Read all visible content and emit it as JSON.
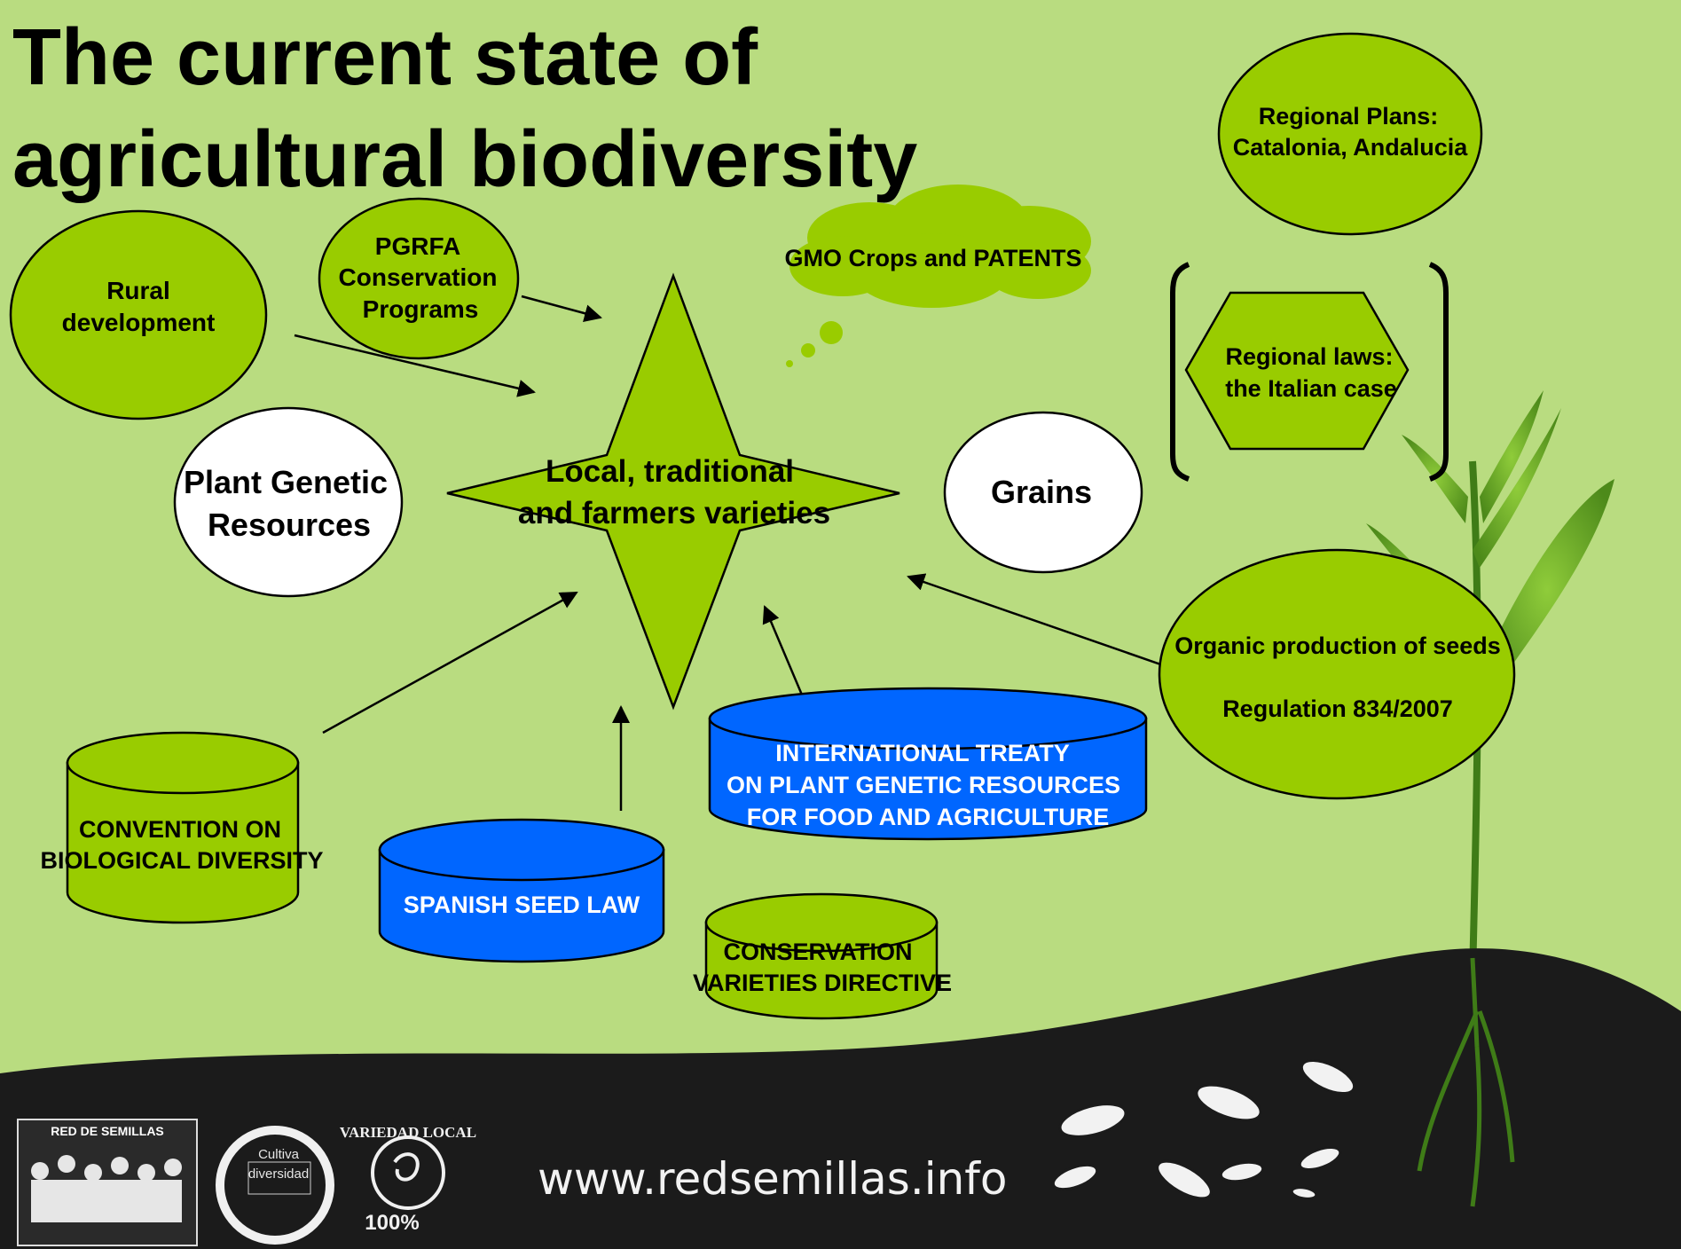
{
  "title": {
    "line1": "The current state of",
    "line2": "agricultural biodiversity"
  },
  "nodes": {
    "center": {
      "line1": "Local, traditional",
      "line2": "and farmers varieties"
    },
    "rural": {
      "line1": "Rural",
      "line2": "development"
    },
    "pgrfa": {
      "line1": "PGRFA",
      "line2": "Conservation",
      "line3": "Programs"
    },
    "gmo": {
      "text": "GMO Crops and PATENTS"
    },
    "regional_plans": {
      "line1": "Regional Plans:",
      "line2": "Catalonia, Andalucia"
    },
    "regional_laws": {
      "line1": "Regional laws:",
      "line2": "the Italian case"
    },
    "plant_genetic": {
      "line1": "Plant Genetic",
      "line2": "Resources"
    },
    "grains": {
      "text": "Grains"
    },
    "organic": {
      "line1": "Organic production of seeds",
      "line2": "Regulation 834/2007"
    },
    "cbd": {
      "line1": "CONVENTION ON",
      "line2": "BIOLOGICAL DIVERSITY"
    },
    "seed_law": {
      "text": "SPANISH SEED LAW"
    },
    "itpgrfa": {
      "line1": "INTERNATIONAL TREATY",
      "line2": "ON PLANT GENETIC RESOURCES",
      "line3": "FOR FOOD AND AGRICULTURE"
    },
    "cvd": {
      "line1": "CONSERVATION",
      "line2": "VARIETIES DIRECTIVE"
    }
  },
  "footer": {
    "website": "www.redsemillas.info",
    "logo1_text": "RED DE SEMILLAS",
    "logo2_text_a": "Cultiva",
    "logo2_text_b": "diversidad",
    "logo3_text": "VARIEDAD LOCAL",
    "logo3_percent": "100%"
  },
  "colors": {
    "background": "#b9dc80",
    "node_green": "#99cc00",
    "node_blue": "#0066ff",
    "node_white": "#ffffff",
    "footer_dark": "#1b1b1b"
  }
}
